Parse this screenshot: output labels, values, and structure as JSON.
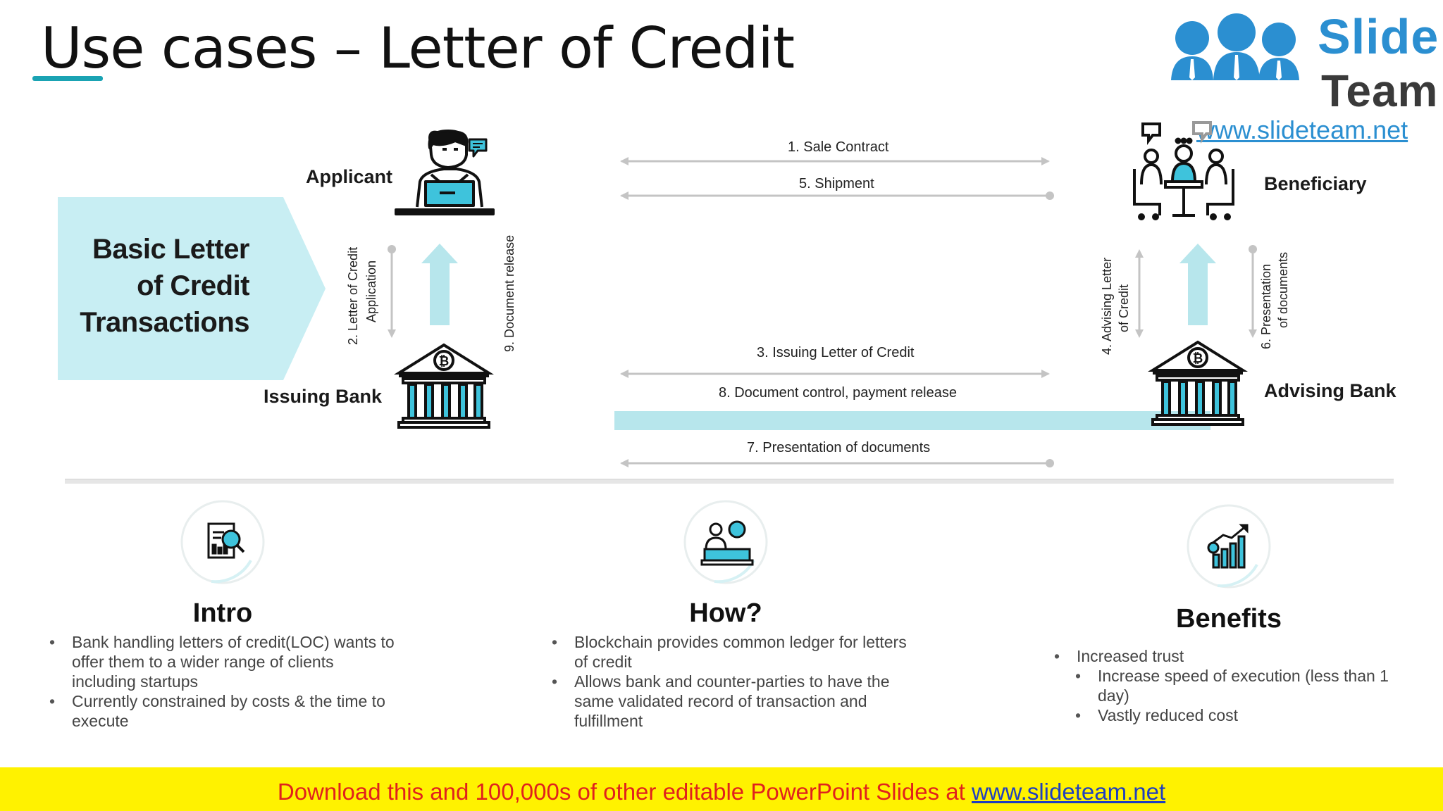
{
  "title": "Use cases – Letter of Credit",
  "logo": {
    "word1": "Slide",
    "word2": "Team",
    "url": "www.slideteam.net"
  },
  "chevron": {
    "line1": "Basic Letter",
    "line2": "of Credit",
    "line3": "Transactions"
  },
  "roles": {
    "applicant": "Applicant",
    "issuing_bank": "Issuing Bank",
    "beneficiary": "Beneficiary",
    "advising_bank": "Advising Bank"
  },
  "flows": {
    "step1": "1.  Sale Contract",
    "step5": "5.  Shipment",
    "step3": "3.  Issuing Letter of  Credit",
    "step8": "8.  Document control, payment release",
    "step7": "7.  Presentation of documents",
    "step2_line1": "2.   Letter of Credit",
    "step2_line2": "Application",
    "step9": "9.   Document release",
    "step4_line1": "4.   Advising Letter",
    "step4_line2": "of Credit",
    "step6_line1": "6.   Presentation",
    "step6_line2": "of documents"
  },
  "columns": {
    "intro": {
      "title": "Intro",
      "bullets": [
        "Bank handling letters of credit(LOC) wants to offer them to a wider range of clients including startups",
        "Currently constrained by costs & the time to execute"
      ]
    },
    "how": {
      "title": "How?",
      "bullets": [
        "Blockchain provides common ledger for letters of credit",
        "Allows bank and counter-parties to have the same validated record of transaction and fulfillment"
      ]
    },
    "benefits": {
      "title": "Benefits",
      "bullets": [
        "Increased trust"
      ],
      "sub_bullets": [
        "Increase speed of execution (less than 1 day)",
        "Vastly reduced cost"
      ]
    }
  },
  "footer": {
    "text": "Download this and 100,000s of other editable PowerPoint Slides at ",
    "url": "www.slideteam.net"
  },
  "colors": {
    "accent": "#1aa3b3",
    "light_accent": "#c8eef3",
    "band": "#b7e6ec",
    "footer_bg": "#fff200",
    "footer_text": "#e0211d"
  }
}
